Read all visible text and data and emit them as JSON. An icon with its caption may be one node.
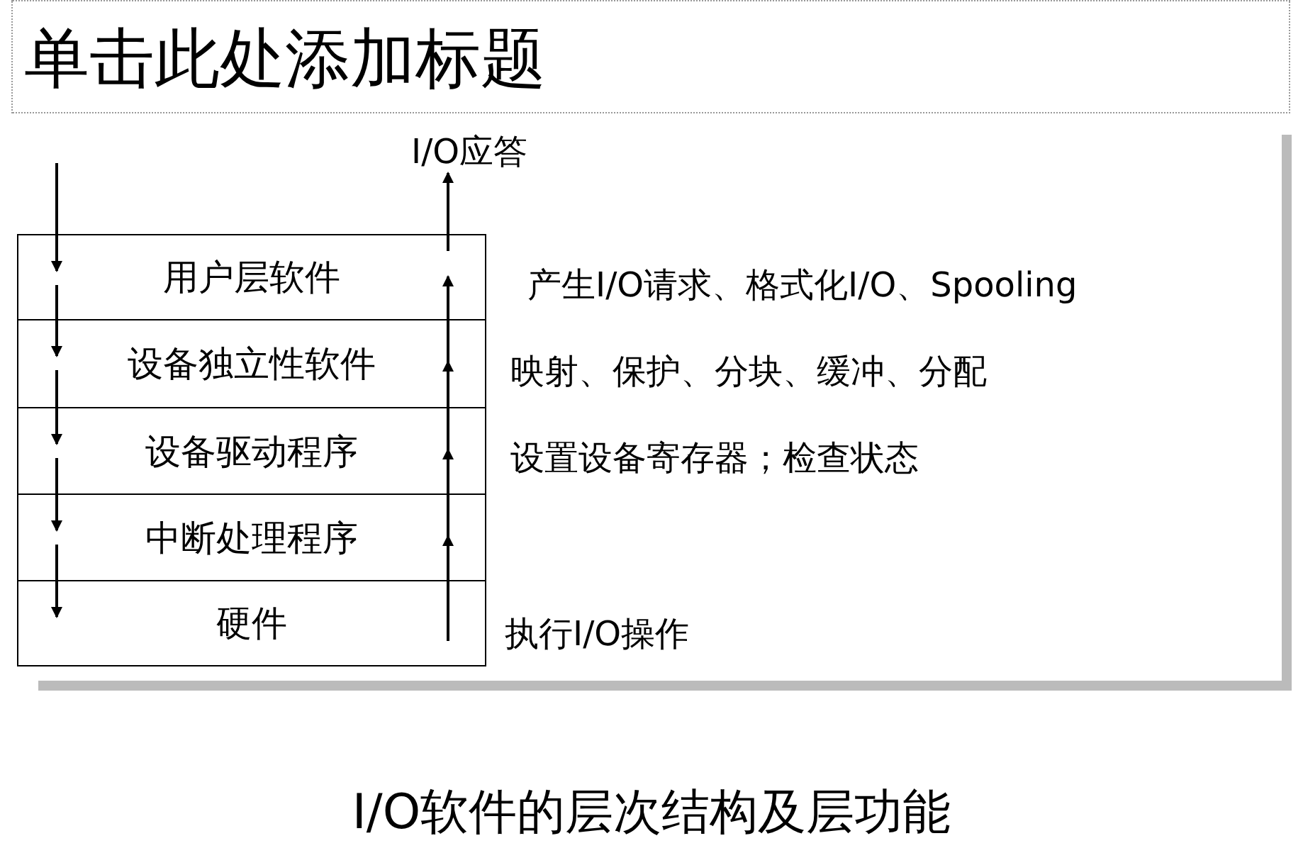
{
  "diagram": {
    "title": "单击此处添加标题",
    "caption": "I/O软件的层次结构及层功能",
    "nodes": [
      {
        "text": [
          "用户层软件"
        ],
        "beside": [
          "产生I/O请求、格式化I/O、Spooling"
        ]
      },
      {
        "text": [
          "设备独立性软件"
        ],
        "beside": [
          "映射、保护、分块、缓冲、分配"
        ]
      },
      {
        "text": [
          "设备驱动程序"
        ],
        "beside": [
          "设置设备寄存器；检查状态"
        ]
      },
      {
        "text": [
          "中断处理程序"
        ]
      },
      {
        "text": [
          "硬件"
        ],
        "beside": [
          "执行I/O操作"
        ]
      },
      {
        "text": [
          "I/O应答"
        ]
      }
    ],
    "edges": [
      {
        "from": null,
        "to": 0,
        "arrow": "to"
      },
      {
        "from": 0,
        "to": 1,
        "arrow": "to"
      },
      {
        "from": 1,
        "to": 2,
        "arrow": "to"
      },
      {
        "from": 2,
        "to": 3,
        "arrow": "to"
      },
      {
        "from": 3,
        "to": 4,
        "arrow": "to"
      },
      {
        "from": 4,
        "to": 3,
        "arrow": "to"
      },
      {
        "from": 3,
        "to": 2,
        "arrow": "to"
      },
      {
        "from": 2,
        "to": 1,
        "arrow": "to"
      },
      {
        "from": 1,
        "to": 0,
        "arrow": "to"
      },
      {
        "from": 0,
        "to": 5,
        "arrow": "to"
      }
    ]
  }
}
